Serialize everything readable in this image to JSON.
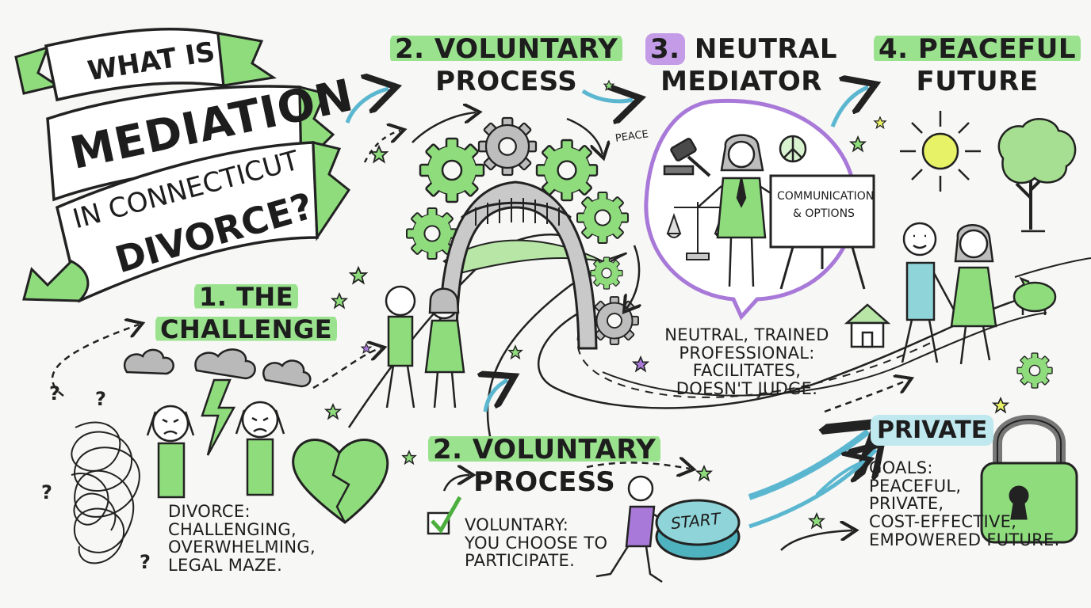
{
  "title": {
    "line1": "WHAT IS",
    "line2": "MEDIATION",
    "line3": "IN CONNECTICUT",
    "line4": "DIVORCE?"
  },
  "steps": {
    "challenge": {
      "number": "1.",
      "heading_line1": "THE",
      "heading_line2": "CHALLENGE",
      "text_lines": [
        "DIVORCE:",
        "CHALLENGING,",
        "OVERWHELMING,",
        "LEGAL MAZE."
      ]
    },
    "voluntary_top": {
      "heading_line1": "2. VOLUNTARY",
      "heading_line2": "PROCESS"
    },
    "voluntary_bottom": {
      "heading_line1": "2. VOLUNTARY",
      "heading_line2": "PROCESS",
      "text_lines": [
        "VOLUNTARY:",
        "YOU CHOOSE TO",
        "PARTICIPATE."
      ],
      "start_button_label": "START"
    },
    "mediator": {
      "number": "3.",
      "heading_line1": "NEUTRAL",
      "heading_line2": "MEDIATOR",
      "peace_label": "PEACE",
      "board_lines": [
        "COMMUNICATION",
        "& OPTIONS"
      ],
      "text_lines": [
        "NEUTRAL, TRAINED",
        "PROFESSIONAL:",
        "FACILITATES,",
        "DOESN'T JUDGE."
      ]
    },
    "future": {
      "heading_line1": "4. PEACEFUL",
      "heading_line2": "FUTURE",
      "private_label": "PRIVATE",
      "goals_lines": [
        "GOALS:",
        "PEACEFUL,",
        "PRIVATE,",
        "COST-EFFECTIVE,",
        "EMPOWERED FUTURE."
      ]
    }
  },
  "colors": {
    "green": "#8fdc7d",
    "green_dark": "#4caf3e",
    "purple": "#a879d8",
    "blue": "#5bb7d0",
    "ink": "#1d1d1d"
  },
  "icons": [
    "storm-cloud-icon",
    "lightning-icon",
    "broken-heart-icon",
    "gear-icon",
    "bridge-icon",
    "gavel-icon",
    "scales-icon",
    "peace-sign-icon",
    "sun-icon",
    "tree-icon",
    "house-icon",
    "piggy-bank-icon",
    "padlock-icon",
    "checkbox-icon",
    "star-icon",
    "arrow-icon"
  ]
}
